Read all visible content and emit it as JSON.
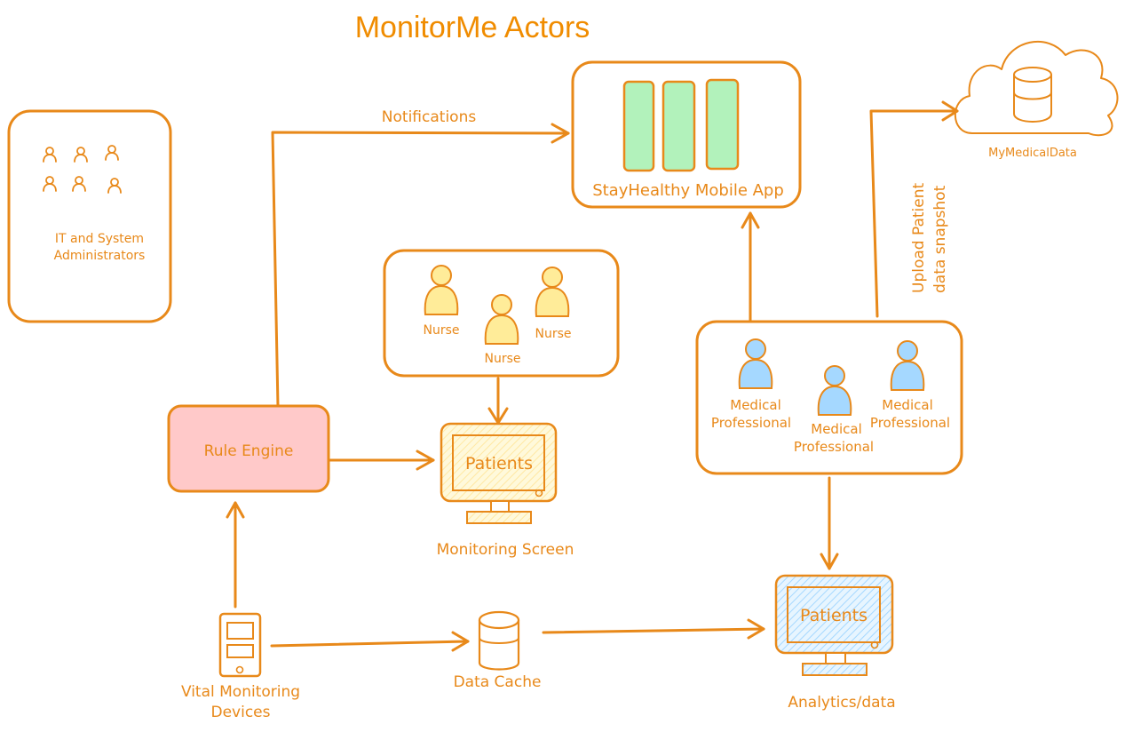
{
  "title": "MonitorMe Actors",
  "colors": {
    "stroke": "#e8891a",
    "title": "#f08c00",
    "rule_engine_fill": "#ffc9c9",
    "nurse_fill": "#ffec99",
    "medical_fill": "#a5d8ff",
    "app_fill": "#b2f2bb"
  },
  "it_admins": {
    "label_line1": "IT and System",
    "label_line2": "Administrators",
    "icon": "people-icon"
  },
  "mobile_app": {
    "label": "StayHealthy Mobile App",
    "icon": "mobile-app-columns-icon"
  },
  "cloud": {
    "label": "MyMedicalData",
    "icon": "database-icon"
  },
  "nurses": {
    "nurse_1": "Nurse",
    "nurse_2": "Nurse",
    "nurse_3": "Nurse",
    "icon": "person-icon"
  },
  "medical": {
    "mp1_line1": "Medical",
    "mp1_line2": "Professional",
    "mp2_line1": "Medical",
    "mp2_line2": "Professional",
    "mp3_line1": "Medical",
    "mp3_line2": "Professional",
    "icon": "person-icon"
  },
  "rule_engine": {
    "label": "Rule Engine"
  },
  "monitoring_screen": {
    "screen_text": "Patients",
    "caption": "Monitoring Screen",
    "icon": "monitor-icon"
  },
  "analytics": {
    "screen_text": "Patients",
    "caption": "Analytics/data",
    "icon": "monitor-icon"
  },
  "devices": {
    "label_line1": "Vital Monitoring",
    "label_line2": "Devices",
    "icon": "device-icon"
  },
  "data_cache": {
    "label": "Data Cache",
    "icon": "database-icon"
  },
  "edges": {
    "notifications": "Notifications",
    "upload_line1": "Upload Patient",
    "upload_line2": "data snapshot"
  }
}
